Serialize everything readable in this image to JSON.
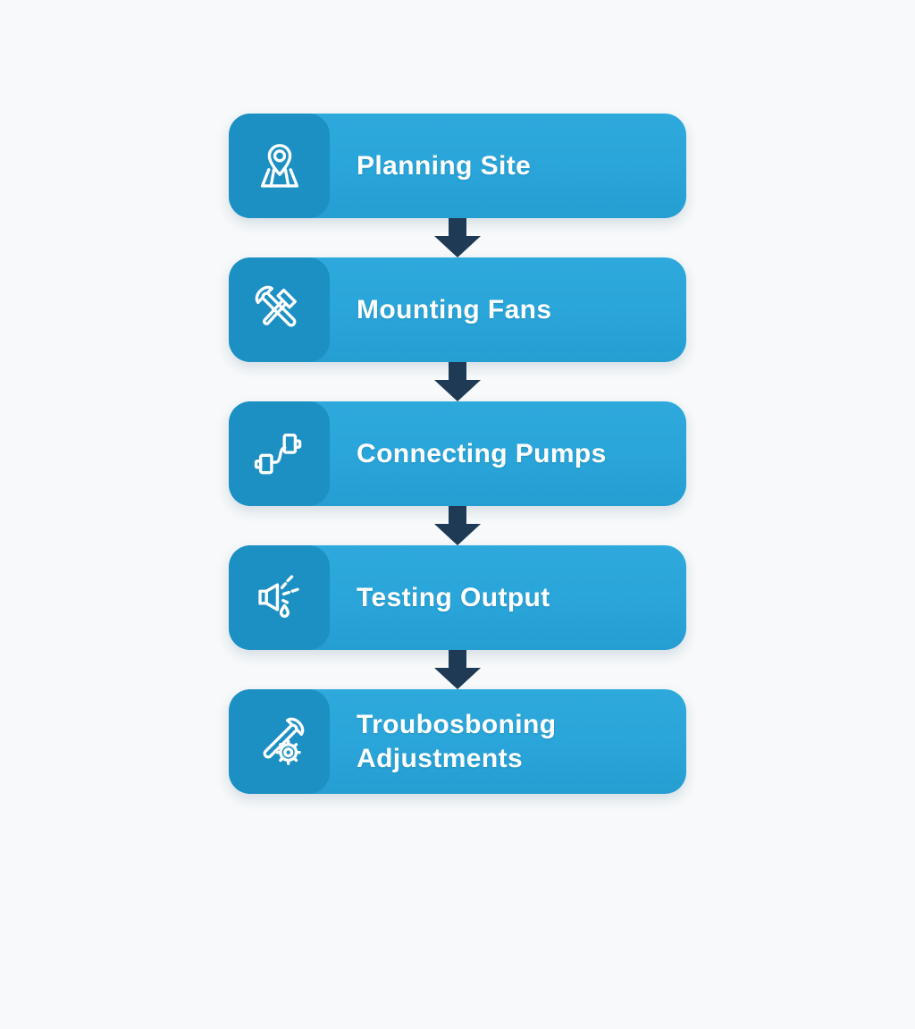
{
  "flowchart": {
    "colors": {
      "background": "#f7f9fa",
      "bar": "#2aa5d9",
      "icon_tile": "#1c8fc3",
      "arrow": "#1e3a55",
      "text": "#ffffff"
    },
    "steps": [
      {
        "label": "Planning Site",
        "icon": "map-pin-icon"
      },
      {
        "label": "Mounting Fans",
        "icon": "wrench-hammer-icon"
      },
      {
        "label": "Connecting Pumps",
        "icon": "pipe-connector-icon"
      },
      {
        "label": "Testing Output",
        "icon": "spray-nozzle-icon"
      },
      {
        "label": "Troubosboning Adjustments",
        "icon": "wrench-gear-icon"
      }
    ]
  }
}
